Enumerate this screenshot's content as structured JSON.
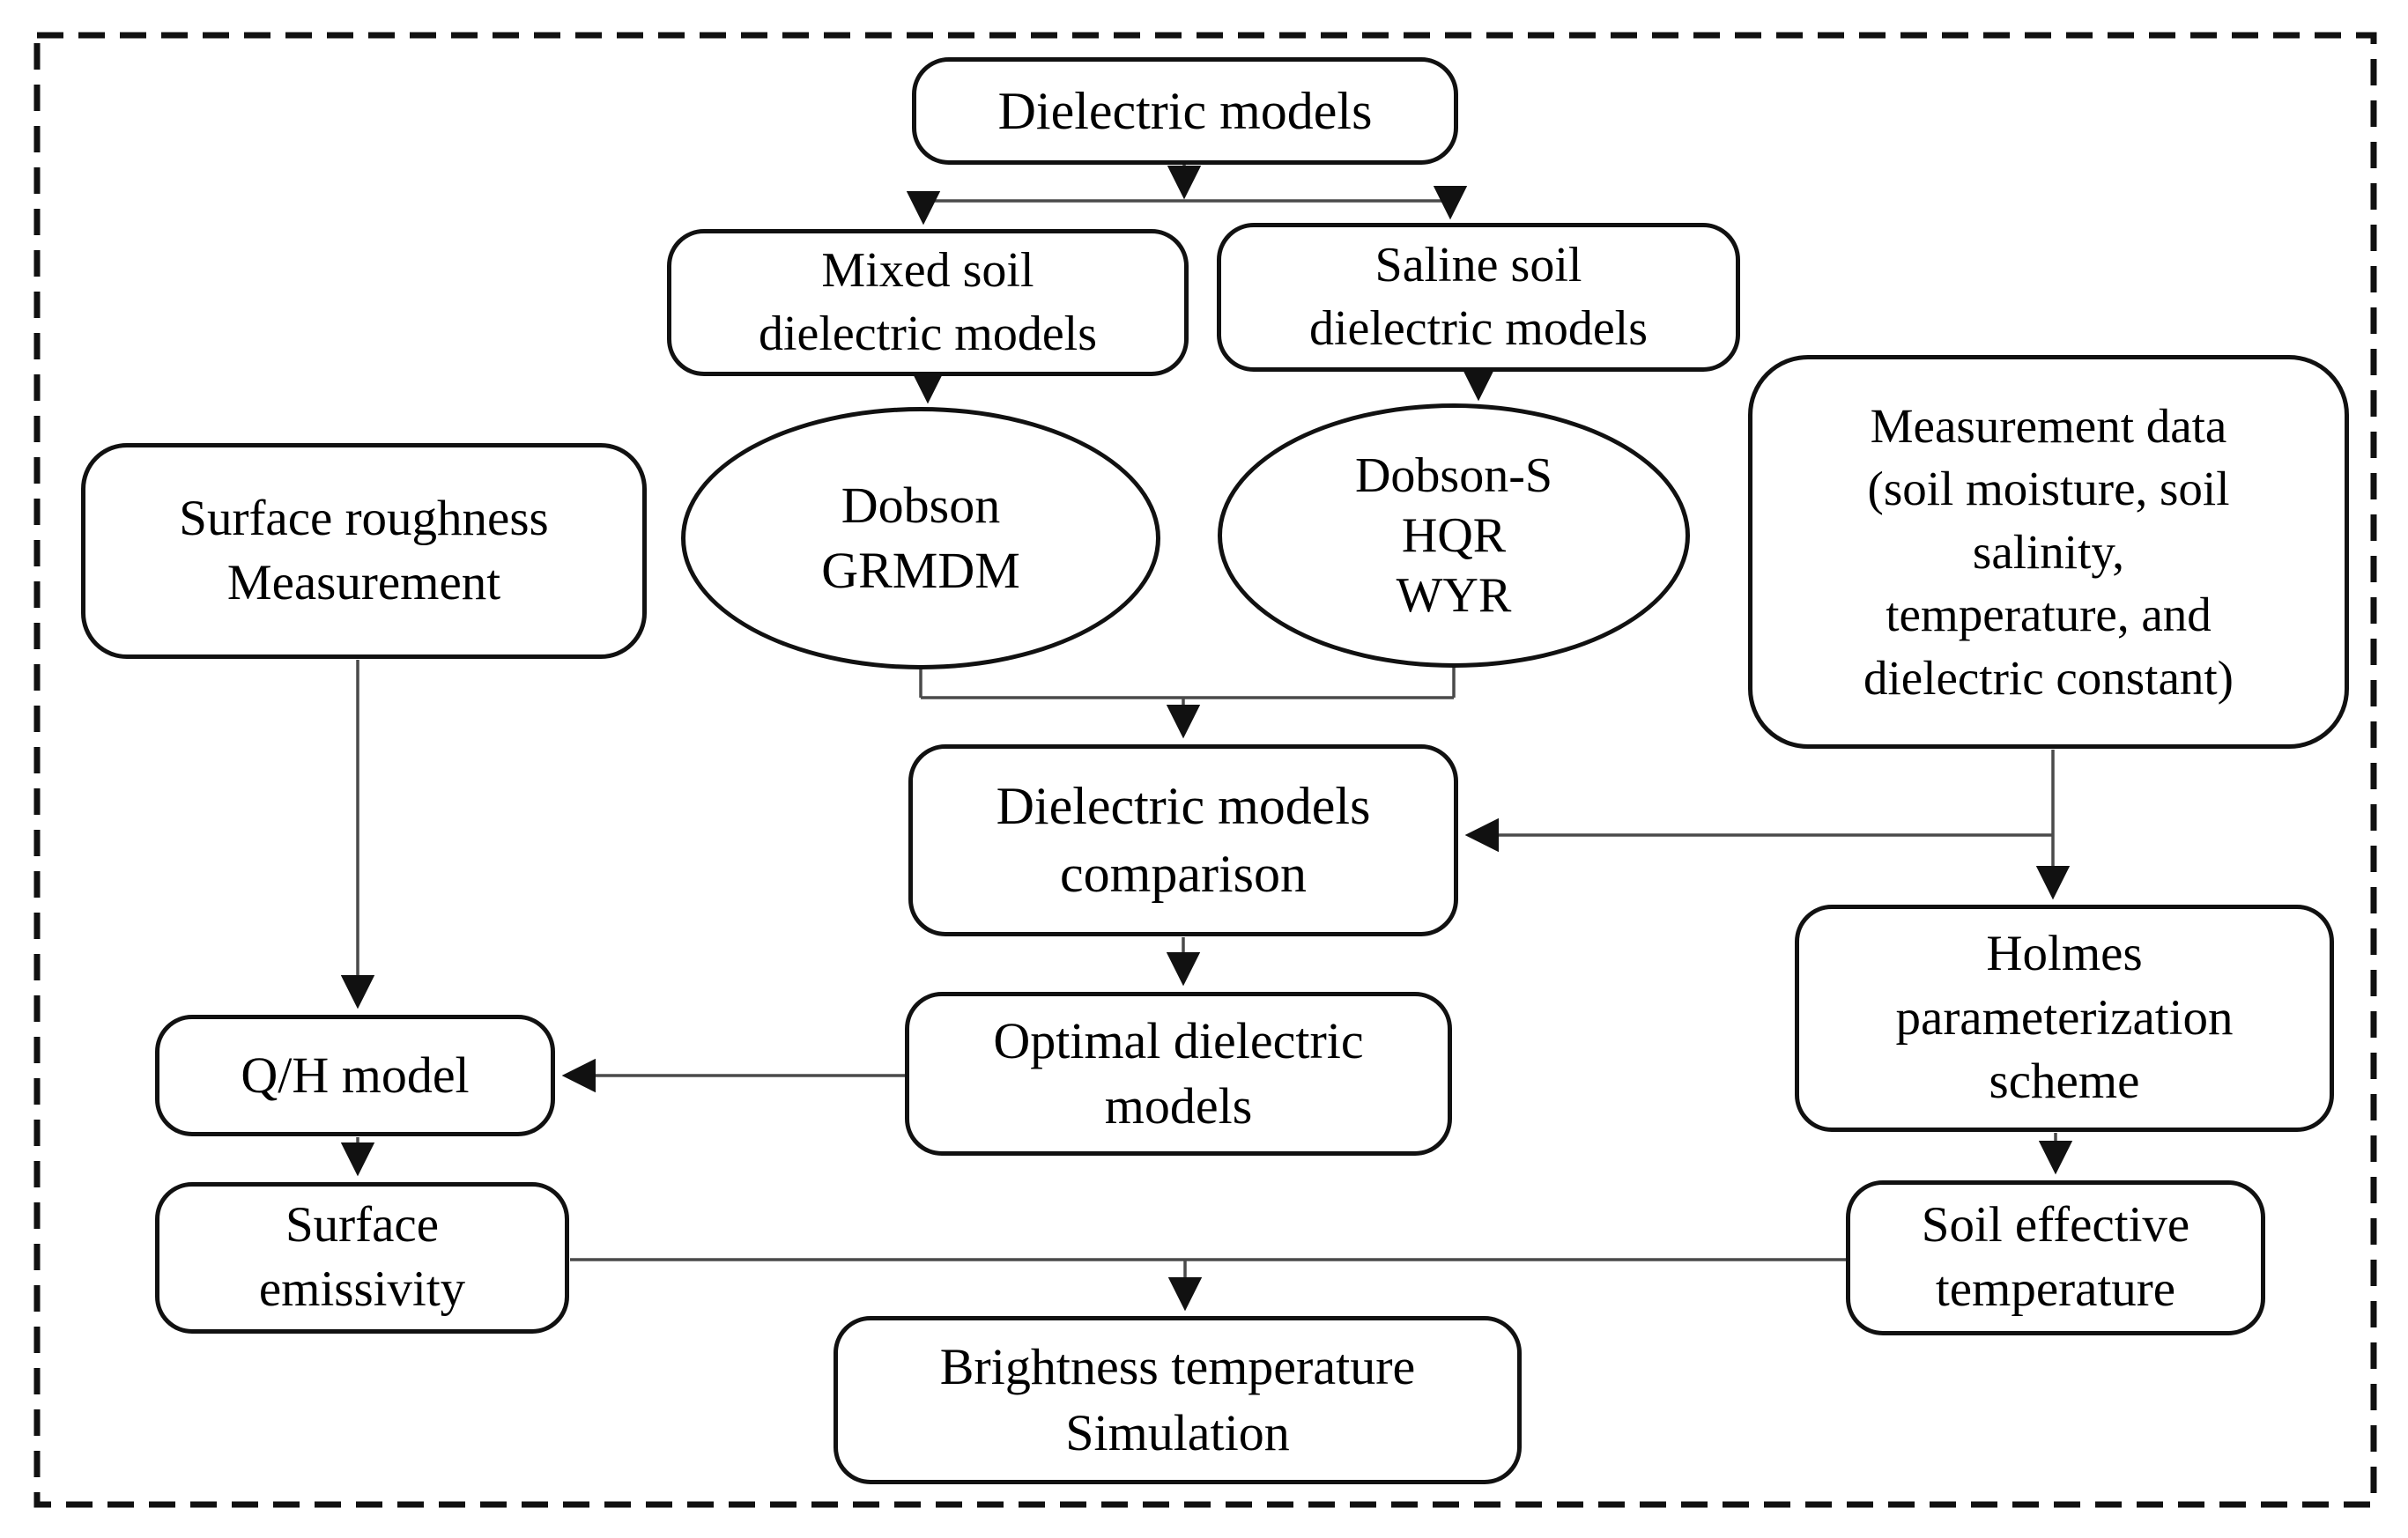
{
  "diagram": {
    "title": "Dielectric models flowchart",
    "colors": {
      "background": "#ffffff",
      "node_border": "#111111",
      "connector": "#4a4a4a",
      "arrowhead": "#111111",
      "text": "#000000"
    },
    "nodes": {
      "dielectric_models": {
        "shape": "rect",
        "label": "Dielectric models"
      },
      "mixed_soil": {
        "shape": "rect",
        "label": "Mixed soil\ndielectric models"
      },
      "saline_soil": {
        "shape": "rect",
        "label": "Saline soil\ndielectric models"
      },
      "dobson_grmdm": {
        "shape": "ellipse",
        "label": "Dobson\nGRMDM"
      },
      "dobson_s_hqr_wyr": {
        "shape": "ellipse",
        "label": "Dobson-S\nHQR\nWYR"
      },
      "surface_roughness_measurement": {
        "shape": "rect",
        "label": "Surface roughness\nMeasurement"
      },
      "measurement_data": {
        "shape": "rect",
        "label": "Measurement data\n(soil moisture, soil\nsalinity,\ntemperature, and\ndielectric constant)"
      },
      "dielectric_models_comparison": {
        "shape": "rect",
        "label": "Dielectric models\ncomparison"
      },
      "optimal_dielectric_models": {
        "shape": "rect",
        "label": "Optimal dielectric\nmodels"
      },
      "qh_model": {
        "shape": "rect",
        "label": "Q/H model"
      },
      "holmes_parameterization_scheme": {
        "shape": "rect",
        "label": "Holmes\nparameterization\nscheme"
      },
      "surface_emissivity": {
        "shape": "rect",
        "label": "Surface\nemissivity"
      },
      "soil_effective_temperature": {
        "shape": "rect",
        "label": "Soil effective\ntemperature"
      },
      "brightness_temperature_simulation": {
        "shape": "rect",
        "label": "Brightness temperature\nSimulation"
      }
    },
    "edges": [
      {
        "from": "dielectric_models",
        "to": "mixed_soil",
        "arrow": true
      },
      {
        "from": "dielectric_models",
        "to": "saline_soil",
        "arrow": true
      },
      {
        "from": "mixed_soil",
        "to": "dobson_grmdm",
        "arrow": true
      },
      {
        "from": "saline_soil",
        "to": "dobson_s_hqr_wyr",
        "arrow": true
      },
      {
        "from": "dobson_grmdm",
        "to": "dielectric_models_comparison",
        "arrow": true
      },
      {
        "from": "dobson_s_hqr_wyr",
        "to": "dielectric_models_comparison",
        "arrow": true
      },
      {
        "from": "measurement_data",
        "to": "dielectric_models_comparison",
        "arrow": true
      },
      {
        "from": "measurement_data",
        "to": "holmes_parameterization_scheme",
        "arrow": true
      },
      {
        "from": "dielectric_models_comparison",
        "to": "optimal_dielectric_models",
        "arrow": true
      },
      {
        "from": "optimal_dielectric_models",
        "to": "qh_model",
        "arrow": true
      },
      {
        "from": "surface_roughness_measurement",
        "to": "qh_model",
        "arrow": true
      },
      {
        "from": "qh_model",
        "to": "surface_emissivity",
        "arrow": true
      },
      {
        "from": "holmes_parameterization_scheme",
        "to": "soil_effective_temperature",
        "arrow": true
      },
      {
        "from": "surface_emissivity",
        "to": "soil_effective_temperature",
        "arrow": false
      },
      {
        "from": "surface_emissivity",
        "to": "brightness_temperature_simulation",
        "arrow": true
      },
      {
        "from": "soil_effective_temperature",
        "to": "brightness_temperature_simulation",
        "arrow": true
      }
    ]
  }
}
